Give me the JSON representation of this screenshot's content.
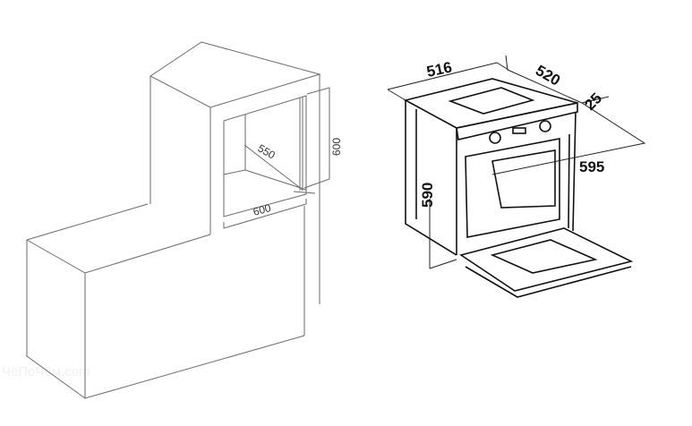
{
  "cabinet": {
    "niche_depth": "550",
    "niche_height": "600",
    "niche_width": "600"
  },
  "oven": {
    "width_top": "516",
    "depth": "520",
    "door_thickness": "25",
    "front_width": "595",
    "height": "590"
  },
  "watermark": "ЧёПоЧём.com"
}
